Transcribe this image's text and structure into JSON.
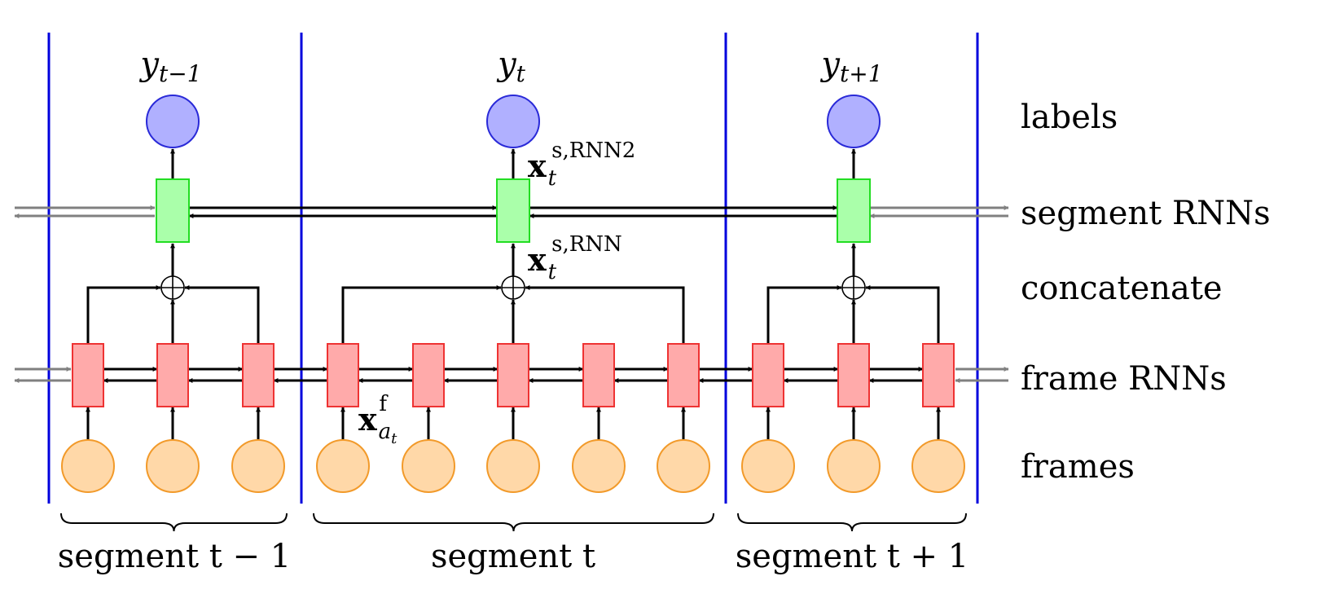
{
  "rows": {
    "labels": "labels",
    "segment_rnns": "segment RNNs",
    "concatenate": "concatenate",
    "frame_rnns": "frame RNNs",
    "frames": "frames"
  },
  "segments": [
    {
      "label": "segment t − 1",
      "output_var": "y",
      "output_sub": "t−1",
      "frame_count": 3
    },
    {
      "label": "segment t",
      "output_var": "y",
      "output_sub": "t",
      "frame_count": 5
    },
    {
      "label": "segment t + 1",
      "output_var": "y",
      "output_sub": "t+1",
      "frame_count": 3
    }
  ],
  "annotations": {
    "x_rnn2": {
      "base": "x",
      "sub": "t",
      "sup": "s,RNN2"
    },
    "x_rnn": {
      "base": "x",
      "sub": "t",
      "sup": "s,RNN"
    },
    "x_frame": {
      "base": "x",
      "sub": "a",
      "subsub": "t",
      "sup": "f"
    }
  },
  "concat_symbol": "⊕",
  "colors": {
    "label_node_fill": "#b0b0ff",
    "label_node_stroke": "#2a2ad8",
    "segment_rnn_fill": "#aaffaa",
    "segment_rnn_stroke": "#22dd22",
    "frame_rnn_fill": "#ffaaaa",
    "frame_rnn_stroke": "#ee3333",
    "frame_node_fill": "#ffd8a8",
    "frame_node_stroke": "#f29a2a",
    "segment_boundary": "#0000dd",
    "arrow": "#000000",
    "outer_arrow": "#808080"
  }
}
